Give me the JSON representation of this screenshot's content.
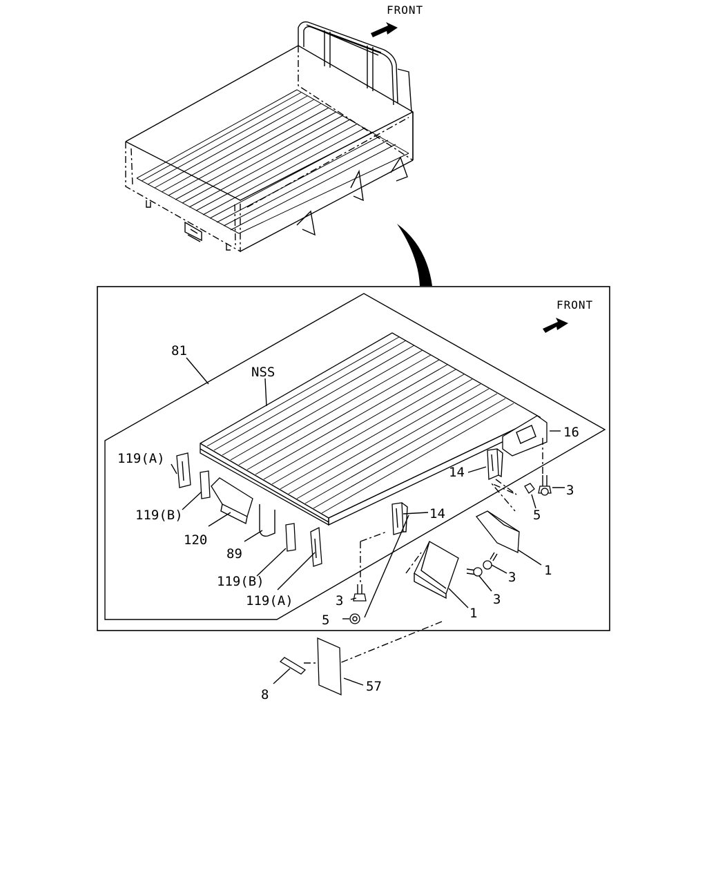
{
  "front_top": "FRONT",
  "front_box": "FRONT",
  "labels": {
    "p81": "81",
    "nss": "NSS",
    "p16": "16",
    "p14_right": "14",
    "p3_right": "3",
    "p5_right": "5",
    "p119a_top": "119(A)",
    "p119b_top": "119(B)",
    "p120": "120",
    "p89": "89",
    "p14_mid": "14",
    "p1_right": "1",
    "p3_mid_right": "3",
    "p3_mid": "3",
    "p1_mid": "1",
    "p119b_bottom": "119(B)",
    "p119a_bottom": "119(A)",
    "p3_left": "3",
    "p5_left": "5",
    "p8": "8",
    "p57": "57"
  }
}
